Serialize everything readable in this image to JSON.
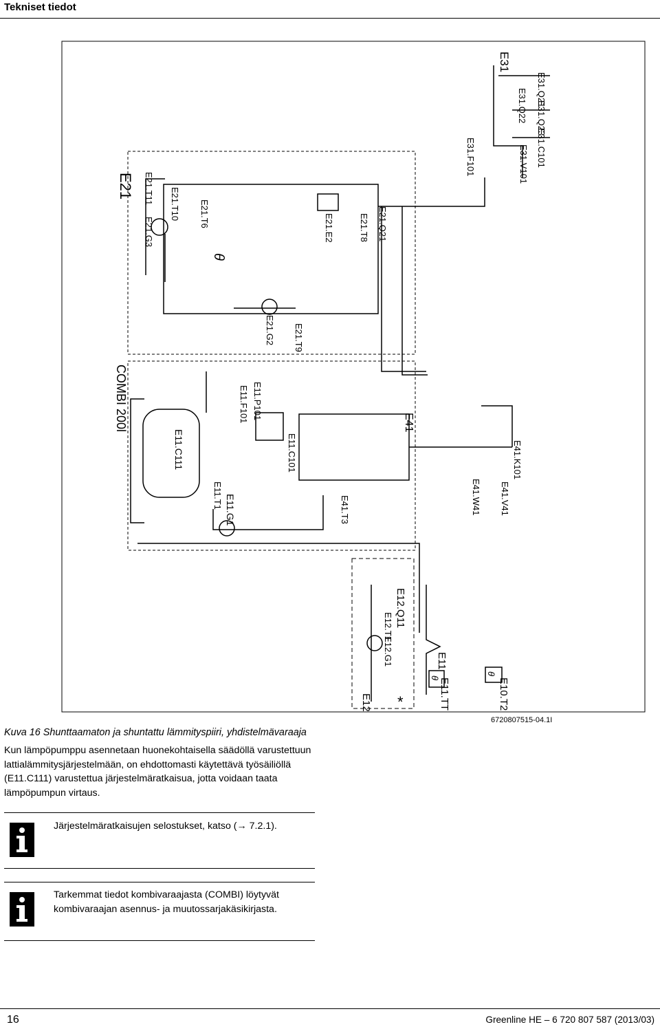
{
  "header": {
    "title": "Tekniset tiedot"
  },
  "diagram": {
    "labels": {
      "e21": "E21",
      "e21_t11": "E21.T11",
      "e21_t10": "E21.T10",
      "e21_g3": "E21.G3",
      "e21_t6": "E21.T6",
      "e21_e2": "E21.E2",
      "e21_t8": "E21.T8",
      "e21_q21": "E21.Q21",
      "e21_g2": "E21.G2",
      "e21_t9": "E21.T9",
      "theta_tank": "θ",
      "e31": "E31",
      "e31_q21": "E31.Q21",
      "e31_q22": "E31.Q22",
      "e31_q23": "E31.Q23",
      "e31_c101": "E31.C101",
      "e31_v101": "E31.V101",
      "e31_f101": "E31.F101",
      "combi": "COMBI 200l",
      "e11_c111": "E11.C111",
      "e11_f101": "E11.F101",
      "e11_p101": "E11.P101",
      "e11_c101": "E11.C101",
      "e11_t1": "E11.T1",
      "e11_g1": "E11.G1",
      "e41": "E41",
      "e41_t3": "E41.T3",
      "e41_w41": "E41.W41",
      "e41_k101": "E41.K101",
      "e41_v41": "E41.V41",
      "e12_q11": "E12.Q11",
      "e12_t1": "E12.T1",
      "e12_g1": "E12.G1",
      "e12": "E12",
      "e11": "E11",
      "e11_tt": "E11.TT",
      "e10_t2": "E10.T2",
      "theta_e11": "θ",
      "theta_e10": "θ",
      "asterisk": "*",
      "figure_id": "6720807515-04.1I"
    }
  },
  "caption": "Kuva 16 Shunttaamaton ja shuntattu lämmityspiiri, yhdistelmävaraaja",
  "body_text": "Kun lämpöpumppu asennetaan huonekohtaisella säädöllä varustettuun lattialämmitysjärjestelmään, on ehdottomasti käytettävä työsäiliöllä (E11.C111) varustettua järjestelmäratkaisua, jotta voidaan taata lämpöpumpun virtaus.",
  "notes": [
    {
      "text": "Järjestelmäratkaisujen selostukset, katso (→ 7.2.1).",
      "icon": "info-icon"
    },
    {
      "text": "Tarkemmat tiedot kombivaraajasta (COMBI) löytyvät kombivaraajan asennus- ja muutossarjakäsikirjasta.",
      "icon": "info-icon"
    }
  ],
  "footer": {
    "page_number": "16",
    "reference": "Greenline HE – 6 720 807 587 (2013/03)"
  }
}
